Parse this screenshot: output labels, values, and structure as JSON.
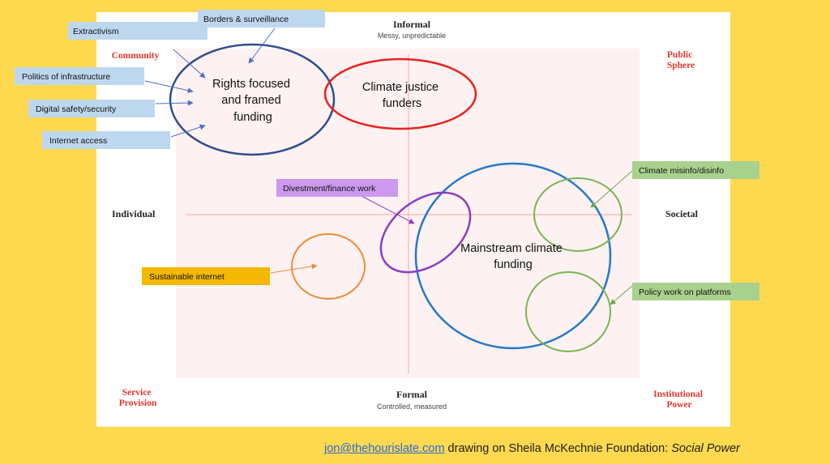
{
  "axes": {
    "top": {
      "title": "Informal",
      "subtitle": "Messy, unpredictable"
    },
    "bottom": {
      "title": "Formal",
      "subtitle": "Controlled, measured"
    },
    "left": {
      "title": "Individual"
    },
    "right": {
      "title": "Societal"
    }
  },
  "corners": {
    "top_left": [
      "Community"
    ],
    "top_right": [
      "Public",
      "Sphere"
    ],
    "bottom_left": [
      "Service",
      "Provision"
    ],
    "bottom_right": [
      "Institutional",
      "Power"
    ]
  },
  "ellipses": {
    "rights": {
      "lines": [
        "Rights focused",
        "and framed",
        "funding"
      ],
      "color": "#2f4e8c"
    },
    "climate_justice": {
      "lines": [
        "Climate justice",
        "funders"
      ],
      "color": "#e8231f"
    },
    "mainstream": {
      "lines": [
        "Mainstream climate",
        "funding"
      ],
      "color": "#2379cc"
    },
    "divestment": {
      "color": "#8a3fc0"
    },
    "sustainable": {
      "color": "#ee8a3a"
    },
    "misinfo": {
      "color": "#7cb552"
    },
    "policy": {
      "color": "#7cb552"
    }
  },
  "tags": {
    "extractivism": {
      "label": "Extractivism",
      "color": "#bdd7ee"
    },
    "borders": {
      "label": "Borders & surveillance",
      "color": "#bdd7ee"
    },
    "politics": {
      "label": "Politics of infrastructure",
      "color": "#bdd7ee"
    },
    "digital_safety": {
      "label": "Digital safety/security",
      "color": "#bdd7ee"
    },
    "internet_access": {
      "label": "Internet access",
      "color": "#bdd7ee"
    },
    "divestment": {
      "label": "Divestment/finance work",
      "color": "#cc99ee"
    },
    "sustainable": {
      "label": "Sustainable internet",
      "color": "#f5b800"
    },
    "misinfo": {
      "label": "Climate misinfo/disinfo",
      "color": "#a9d18e"
    },
    "policy": {
      "label": "Policy work on platforms",
      "color": "#a9d18e"
    }
  },
  "colors": {
    "background": "#fdd94f",
    "quadrant_fill": "#fdf1f1",
    "axis_line": "#f2b6b6",
    "link": "#2a6ad9"
  },
  "footer": {
    "email": "jon@thehourislate.com",
    "text": " drawing on Sheila McKechnie Foundation: ",
    "title": "Social Power"
  }
}
